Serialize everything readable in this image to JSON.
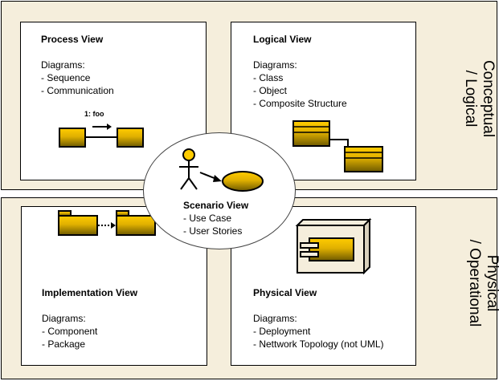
{
  "bands": {
    "top_label": [
      "Conceptual",
      "/ Logical"
    ],
    "bottom_label": [
      "Physical",
      "/ Operational"
    ]
  },
  "views": {
    "process": {
      "title": "Process View",
      "diagrams_label": "Diagrams:",
      "items": [
        "- Sequence",
        "- Communication"
      ],
      "icon_message": "1: foo"
    },
    "logical": {
      "title": "Logical View",
      "diagrams_label": "Diagrams:",
      "items": [
        "- Class",
        "- Object",
        "- Composite  Structure"
      ]
    },
    "implementation": {
      "title": "Implementation View",
      "diagrams_label": "Diagrams:",
      "items": [
        "- Component",
        "- Package"
      ]
    },
    "physical": {
      "title": "Physical View",
      "diagrams_label": "Diagrams:",
      "items": [
        "- Deployment",
        "- Nettwork  Topology (not UML)"
      ]
    },
    "scenario": {
      "title": "Scenario View",
      "items": [
        "- Use Case",
        "- User  Stories"
      ]
    }
  },
  "colors": {
    "band_bg": "#f5eedc",
    "gold_light": "#ffcc00",
    "gold_dark": "#6e5a00"
  }
}
